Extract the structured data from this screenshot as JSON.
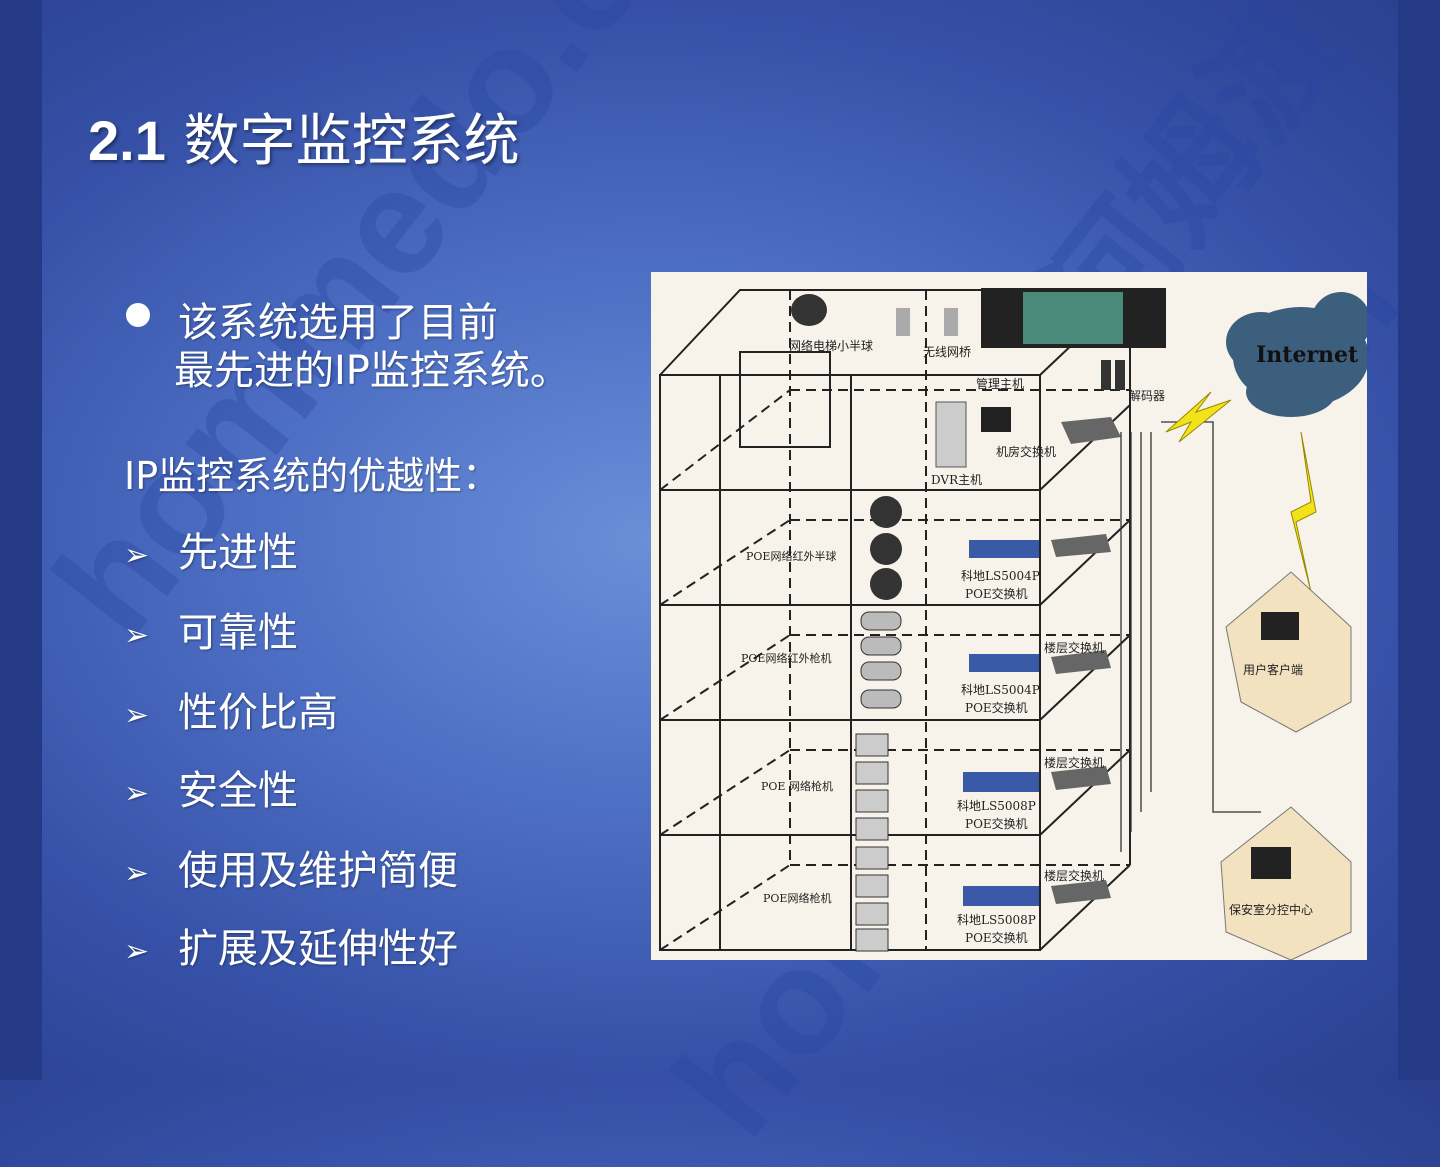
{
  "slide": {
    "title_number": "2.1",
    "title_text": "数字监控系统",
    "bullet_line1": "该系统选用了目前",
    "bullet_line2": "最先进的IP监控系统。",
    "advantages_heading": "IP监控系统的优越性：",
    "arrow_glyph": "➢",
    "advantages": [
      "先进性",
      "可靠性",
      "性价比高",
      "安全性",
      "使用及维护简便",
      "扩展及延伸性好"
    ]
  },
  "watermark": {
    "text1": "hommedo.com",
    "text2": "河姆渡"
  },
  "diagram": {
    "elevator_dome": "网络电梯小半球",
    "wireless_bridge": "无线网桥",
    "management_host": "管理主机",
    "decoder": "解码器",
    "room_switch": "机房交换机",
    "dvr_host": "DVR主机",
    "internet": "Internet",
    "floor1_camera": "POE网络红外半球",
    "floor2_camera": "POE网络红外枪机",
    "floor3_camera": "POE 网络枪机",
    "floor4_camera": "POE网络枪机",
    "poe_switch_4_model": "科地LS5004P",
    "poe_switch_8_model": "科地LS5008P",
    "poe_switch_suffix": "POE交换机",
    "floor_switch": "楼层交换机",
    "user_client": "用户客户端",
    "security_center": "保安室分控中心"
  },
  "colors": {
    "background": "#4d6fc4",
    "switch_blue": "#3a5aa8",
    "lightning": "#f2e21a"
  }
}
